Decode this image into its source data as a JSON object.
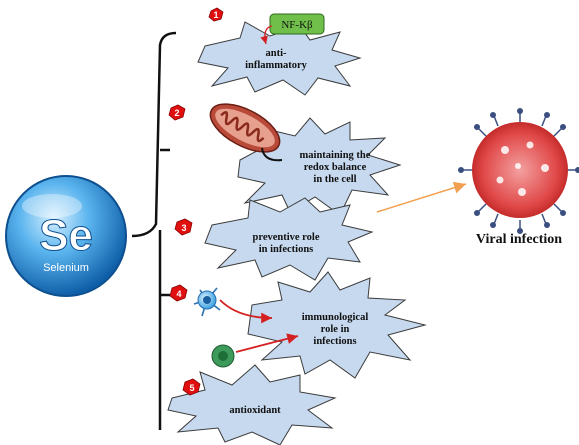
{
  "selenium": {
    "symbol": "Se",
    "name": "Selenium"
  },
  "nfkb_label": "NF-Kβ",
  "roles": [
    {
      "number": "1",
      "label_lines": [
        "anti-",
        "inflammatory"
      ]
    },
    {
      "number": "2",
      "label_lines": [
        "maintaining the",
        "redox balance",
        "in the cell"
      ]
    },
    {
      "number": "3",
      "label_lines": [
        "preventive role",
        "in infections"
      ]
    },
    {
      "number": "4",
      "label_lines": [
        "immunological",
        "role in",
        "infections"
      ]
    },
    {
      "number": "5",
      "label_lines": [
        "antioxidant"
      ]
    }
  ],
  "viral_infection_label": "Viral infection",
  "colors": {
    "burst_fill": "#c6d9ef",
    "burst_stroke": "#3b3b3b",
    "number_badge": "#e01010",
    "nfkb_fill": "#6fbf4a",
    "arrow_orange": "#f0a050",
    "arrow_red": "#d42020",
    "selenium_blue": "#3a9fe0"
  }
}
